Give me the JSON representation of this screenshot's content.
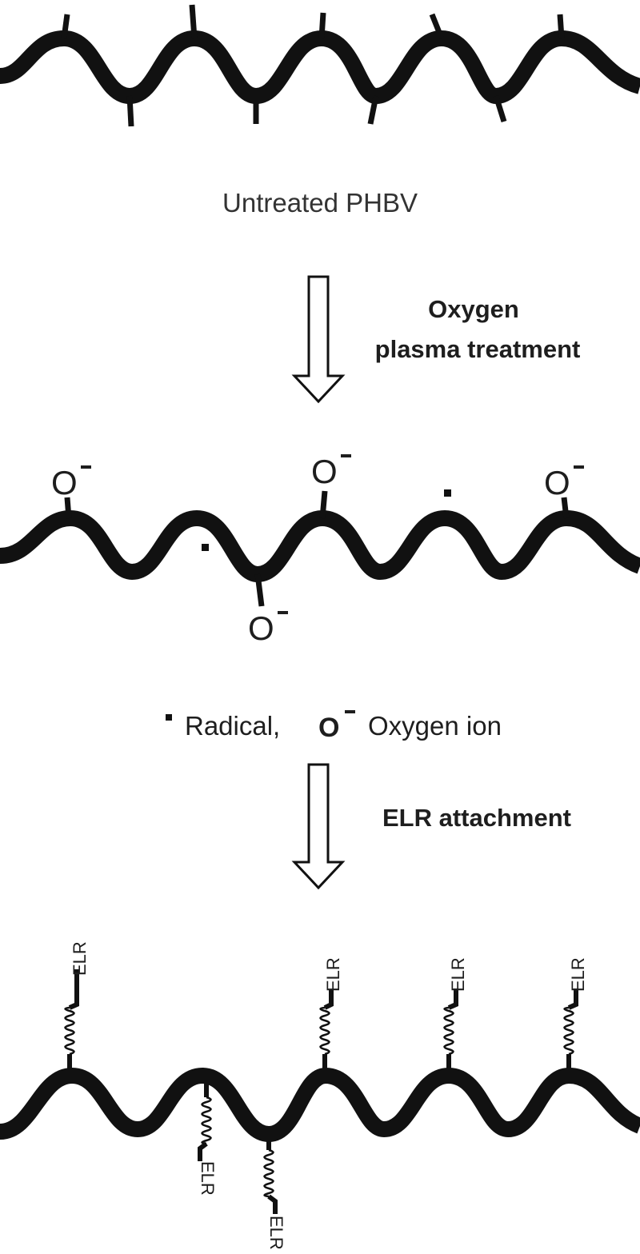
{
  "diagram": {
    "stage1_caption": "Untreated PHBV",
    "step1_label_line1": "Oxygen",
    "step1_label_line2": "plasma treatment",
    "legend_radical": "Radical,",
    "legend_oxygen_symbol": "O",
    "legend_oxygen_charge": "-",
    "legend_oxygen_label": "Oxygen ion",
    "step2_label": "ELR attachment",
    "oxygen_ion_symbol": "O",
    "oxygen_ion_charge": "-",
    "elr_label": "ELR"
  },
  "colors": {
    "chain": "#111111",
    "text": "#1e1e1e",
    "caption": "#333333"
  }
}
